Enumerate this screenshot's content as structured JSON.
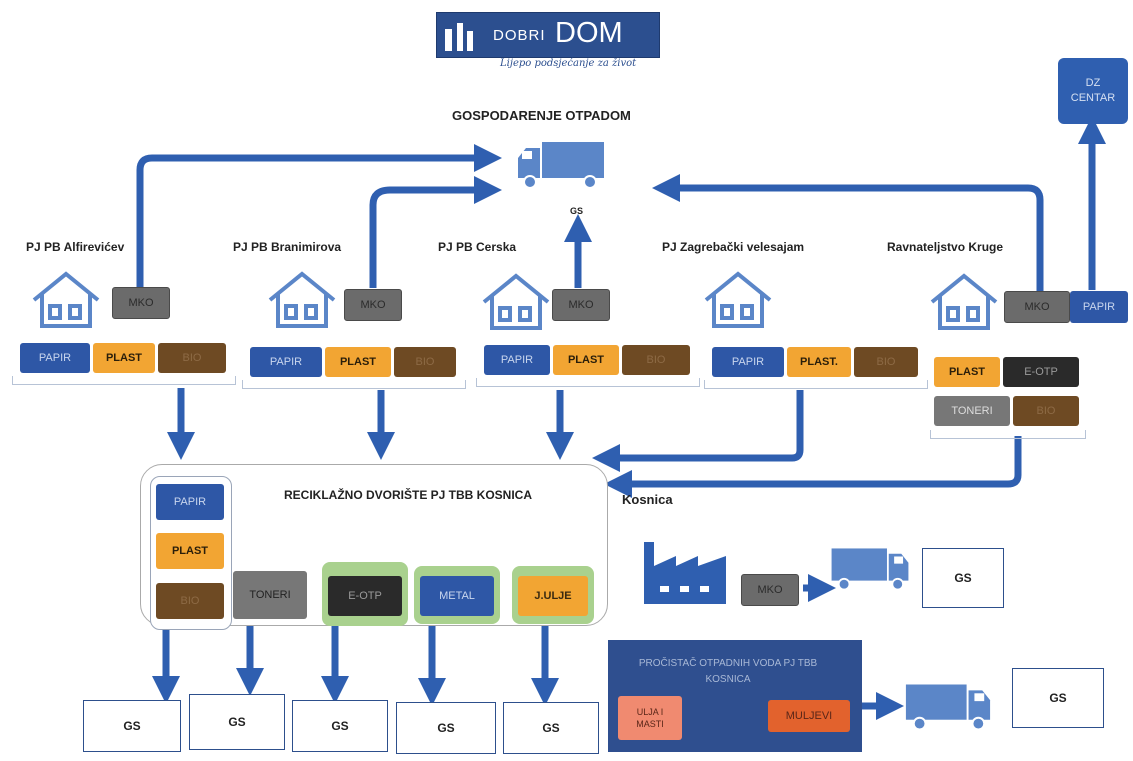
{
  "logo": {
    "brand_small": "DOBRI",
    "brand_big": "DOM",
    "tagline": "Lijepo podsjećanje za život"
  },
  "title": "GOSPODARENJE OTPADOM",
  "dz_center": "DZ\nCENTAR",
  "truck_top_gs": "GS",
  "locations": [
    {
      "name": "PJ PB Alfirevićev",
      "mko": "MKO",
      "bins": [
        "PAPIR",
        "PLAST",
        "BIO"
      ]
    },
    {
      "name": "PJ PB Branimirova",
      "mko": "MKO",
      "bins": [
        "PAPIR",
        "PLAST",
        "BIO"
      ]
    },
    {
      "name": "PJ PB Cerska",
      "mko": "MKO",
      "bins": [
        "PAPIR",
        "PLAST",
        "BIO"
      ]
    },
    {
      "name": "PJ Zagrebački velesajam",
      "bins": [
        "PAPIR",
        "PLAST.",
        "BIO"
      ]
    },
    {
      "name": "Ravnateljstvo Kruge",
      "mko": "MKO",
      "papir": "PAPIR",
      "bins": [
        "PLAST",
        "E-OTP",
        "TONERI",
        "BIO"
      ]
    }
  ],
  "yard": {
    "title": "RECIKLAŽNO DVORIŠTE PJ TBB KOSNICA",
    "stack": [
      "PAPIR",
      "PLAST",
      "BIO"
    ],
    "bins": [
      "TONERI",
      "E-OTP",
      "METAL",
      "J.ULJE"
    ]
  },
  "kosnica_label": "Kosnica",
  "factory": {
    "mko": "MKO",
    "gs": "GS"
  },
  "wastewater": {
    "title": "PROČISTAČ OTPADNIH VODA PJ TBB KOSNICA",
    "left": "ULJA I MASTI",
    "right": "MULJEVI",
    "gs": "GS"
  },
  "bottom_gs": [
    "GS",
    "GS",
    "GS",
    "GS",
    "GS"
  ],
  "colors": {
    "arrow": "#2f5fb0",
    "papir": "#2e57a6",
    "plast": "#f2a533",
    "bio": "#6e4a23",
    "mko": "#6b6b6b",
    "green_frame": "#8fbf7a",
    "panel": "#2f4f8f"
  }
}
